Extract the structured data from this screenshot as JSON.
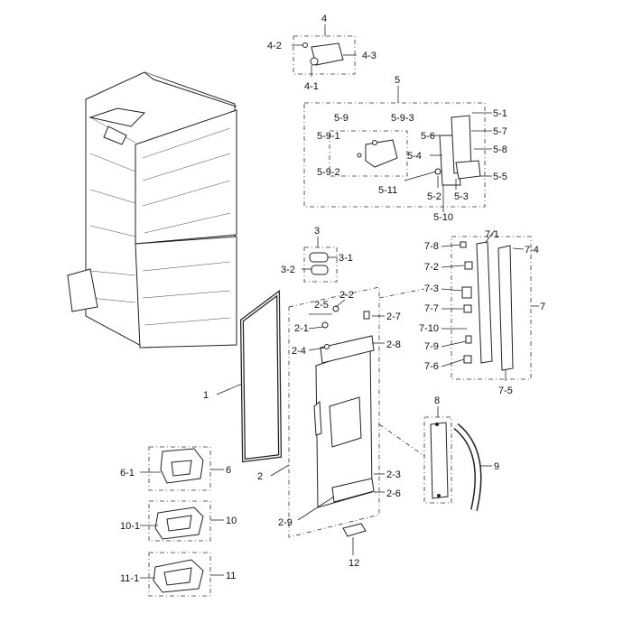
{
  "labels": {
    "p1": "1",
    "p2": "2",
    "p2_1": "2-1",
    "p2_2": "2-2",
    "p2_3": "2-3",
    "p2_4": "2-4",
    "p2_5": "2-5",
    "p2_6": "2-6",
    "p2_7": "2-7",
    "p2_8": "2-8",
    "p2_9": "2-9",
    "p3": "3",
    "p3_1": "3-1",
    "p3_2": "3-2",
    "p4": "4",
    "p4_1": "4-1",
    "p4_2": "4-2",
    "p4_3": "4-3",
    "p5": "5",
    "p5_1": "5-1",
    "p5_2": "5-2",
    "p5_3": "5-3",
    "p5_4": "5-4",
    "p5_5": "5-5",
    "p5_6": "5-6",
    "p5_7": "5-7",
    "p5_8": "5-8",
    "p5_9": "5-9",
    "p5_9_1": "5-9-1",
    "p5_9_2": "5-9-2",
    "p5_9_3": "5-9-3",
    "p5_10": "5-10",
    "p5_11": "5-11",
    "p6": "6",
    "p6_1": "6-1",
    "p7": "7",
    "p7_1": "7-1",
    "p7_2": "7-2",
    "p7_3": "7-3",
    "p7_4": "7-4",
    "p7_5": "7-5",
    "p7_6": "7-6",
    "p7_7": "7-7",
    "p7_8": "7-8",
    "p7_9": "7-9",
    "p7_10": "7-10",
    "p8": "8",
    "p9": "9",
    "p10": "10",
    "p10_1": "10-1",
    "p11": "11",
    "p11_1": "11-1",
    "p12": "12"
  }
}
